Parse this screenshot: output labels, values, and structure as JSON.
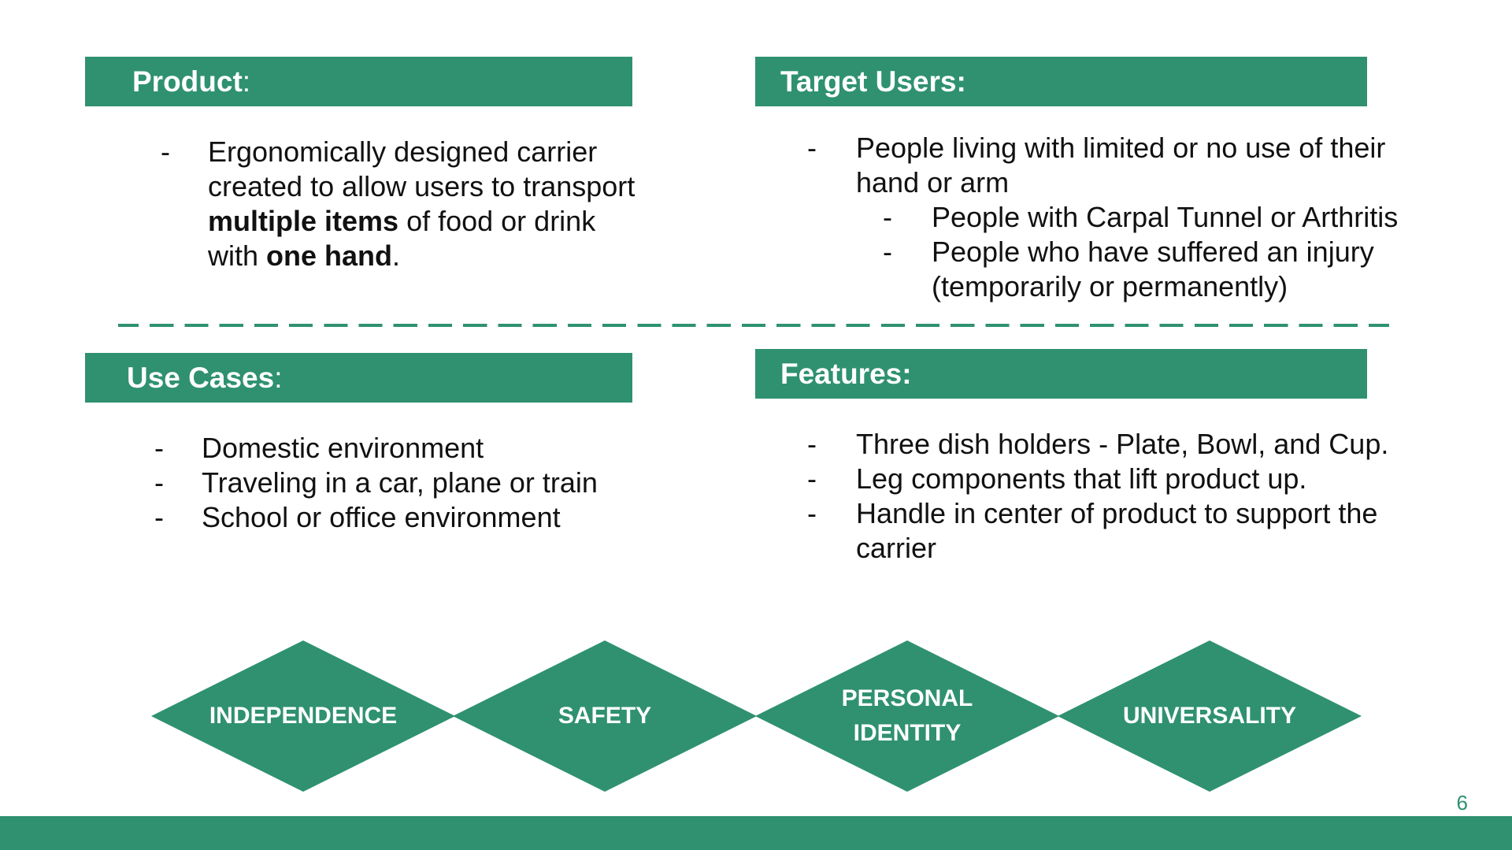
{
  "product": {
    "header": "Product",
    "colon": ":",
    "bullet_dash": "-",
    "line1": "Ergonomically designed carrier",
    "line2": "created to allow users to transport",
    "bold1": "multiple items",
    "line3_rest": " of food or drink",
    "line4_start": "with ",
    "bold2": "one hand",
    "line4_end": "."
  },
  "target_users": {
    "header": "Target Users:",
    "items": [
      {
        "dash": "-",
        "text": "People living with limited or no use of their hand or arm"
      },
      {
        "dash": "-",
        "text": "People with Carpal Tunnel or Arthritis"
      },
      {
        "dash": "-",
        "text": "People who have suffered an injury (temporarily or permanently)"
      }
    ],
    "line1a": "People living with limited or no use of their",
    "line1b": "hand or arm",
    "sub2a": "People who have suffered an injury",
    "sub2b": "(temporarily or permanently)"
  },
  "use_cases": {
    "header": "Use Cases",
    "colon": ":",
    "items": [
      {
        "dash": "-",
        "text": "Domestic environment"
      },
      {
        "dash": "-",
        "text": "Traveling in a car, plane or train"
      },
      {
        "dash": "-",
        "text": "School or office environment"
      }
    ]
  },
  "features": {
    "header": "Features:",
    "items": [
      {
        "dash": "-",
        "text": "Three dish holders - Plate, Bowl, and Cup."
      },
      {
        "dash": "-",
        "text": "Leg components that lift product up."
      },
      {
        "dash": "-",
        "text": "Handle in center of product to support the"
      }
    ],
    "item3_cont": "carrier"
  },
  "values": [
    {
      "line1": "INDEPENDENCE",
      "line2": ""
    },
    {
      "line1": "SAFETY",
      "line2": ""
    },
    {
      "line1": "PERSONAL",
      "line2": "IDENTITY"
    },
    {
      "line1": "UNIVERSALITY",
      "line2": ""
    }
  ],
  "page_number": "6",
  "colors": {
    "accent": "#2f9170",
    "text": "#111111",
    "background": "#ffffff"
  }
}
